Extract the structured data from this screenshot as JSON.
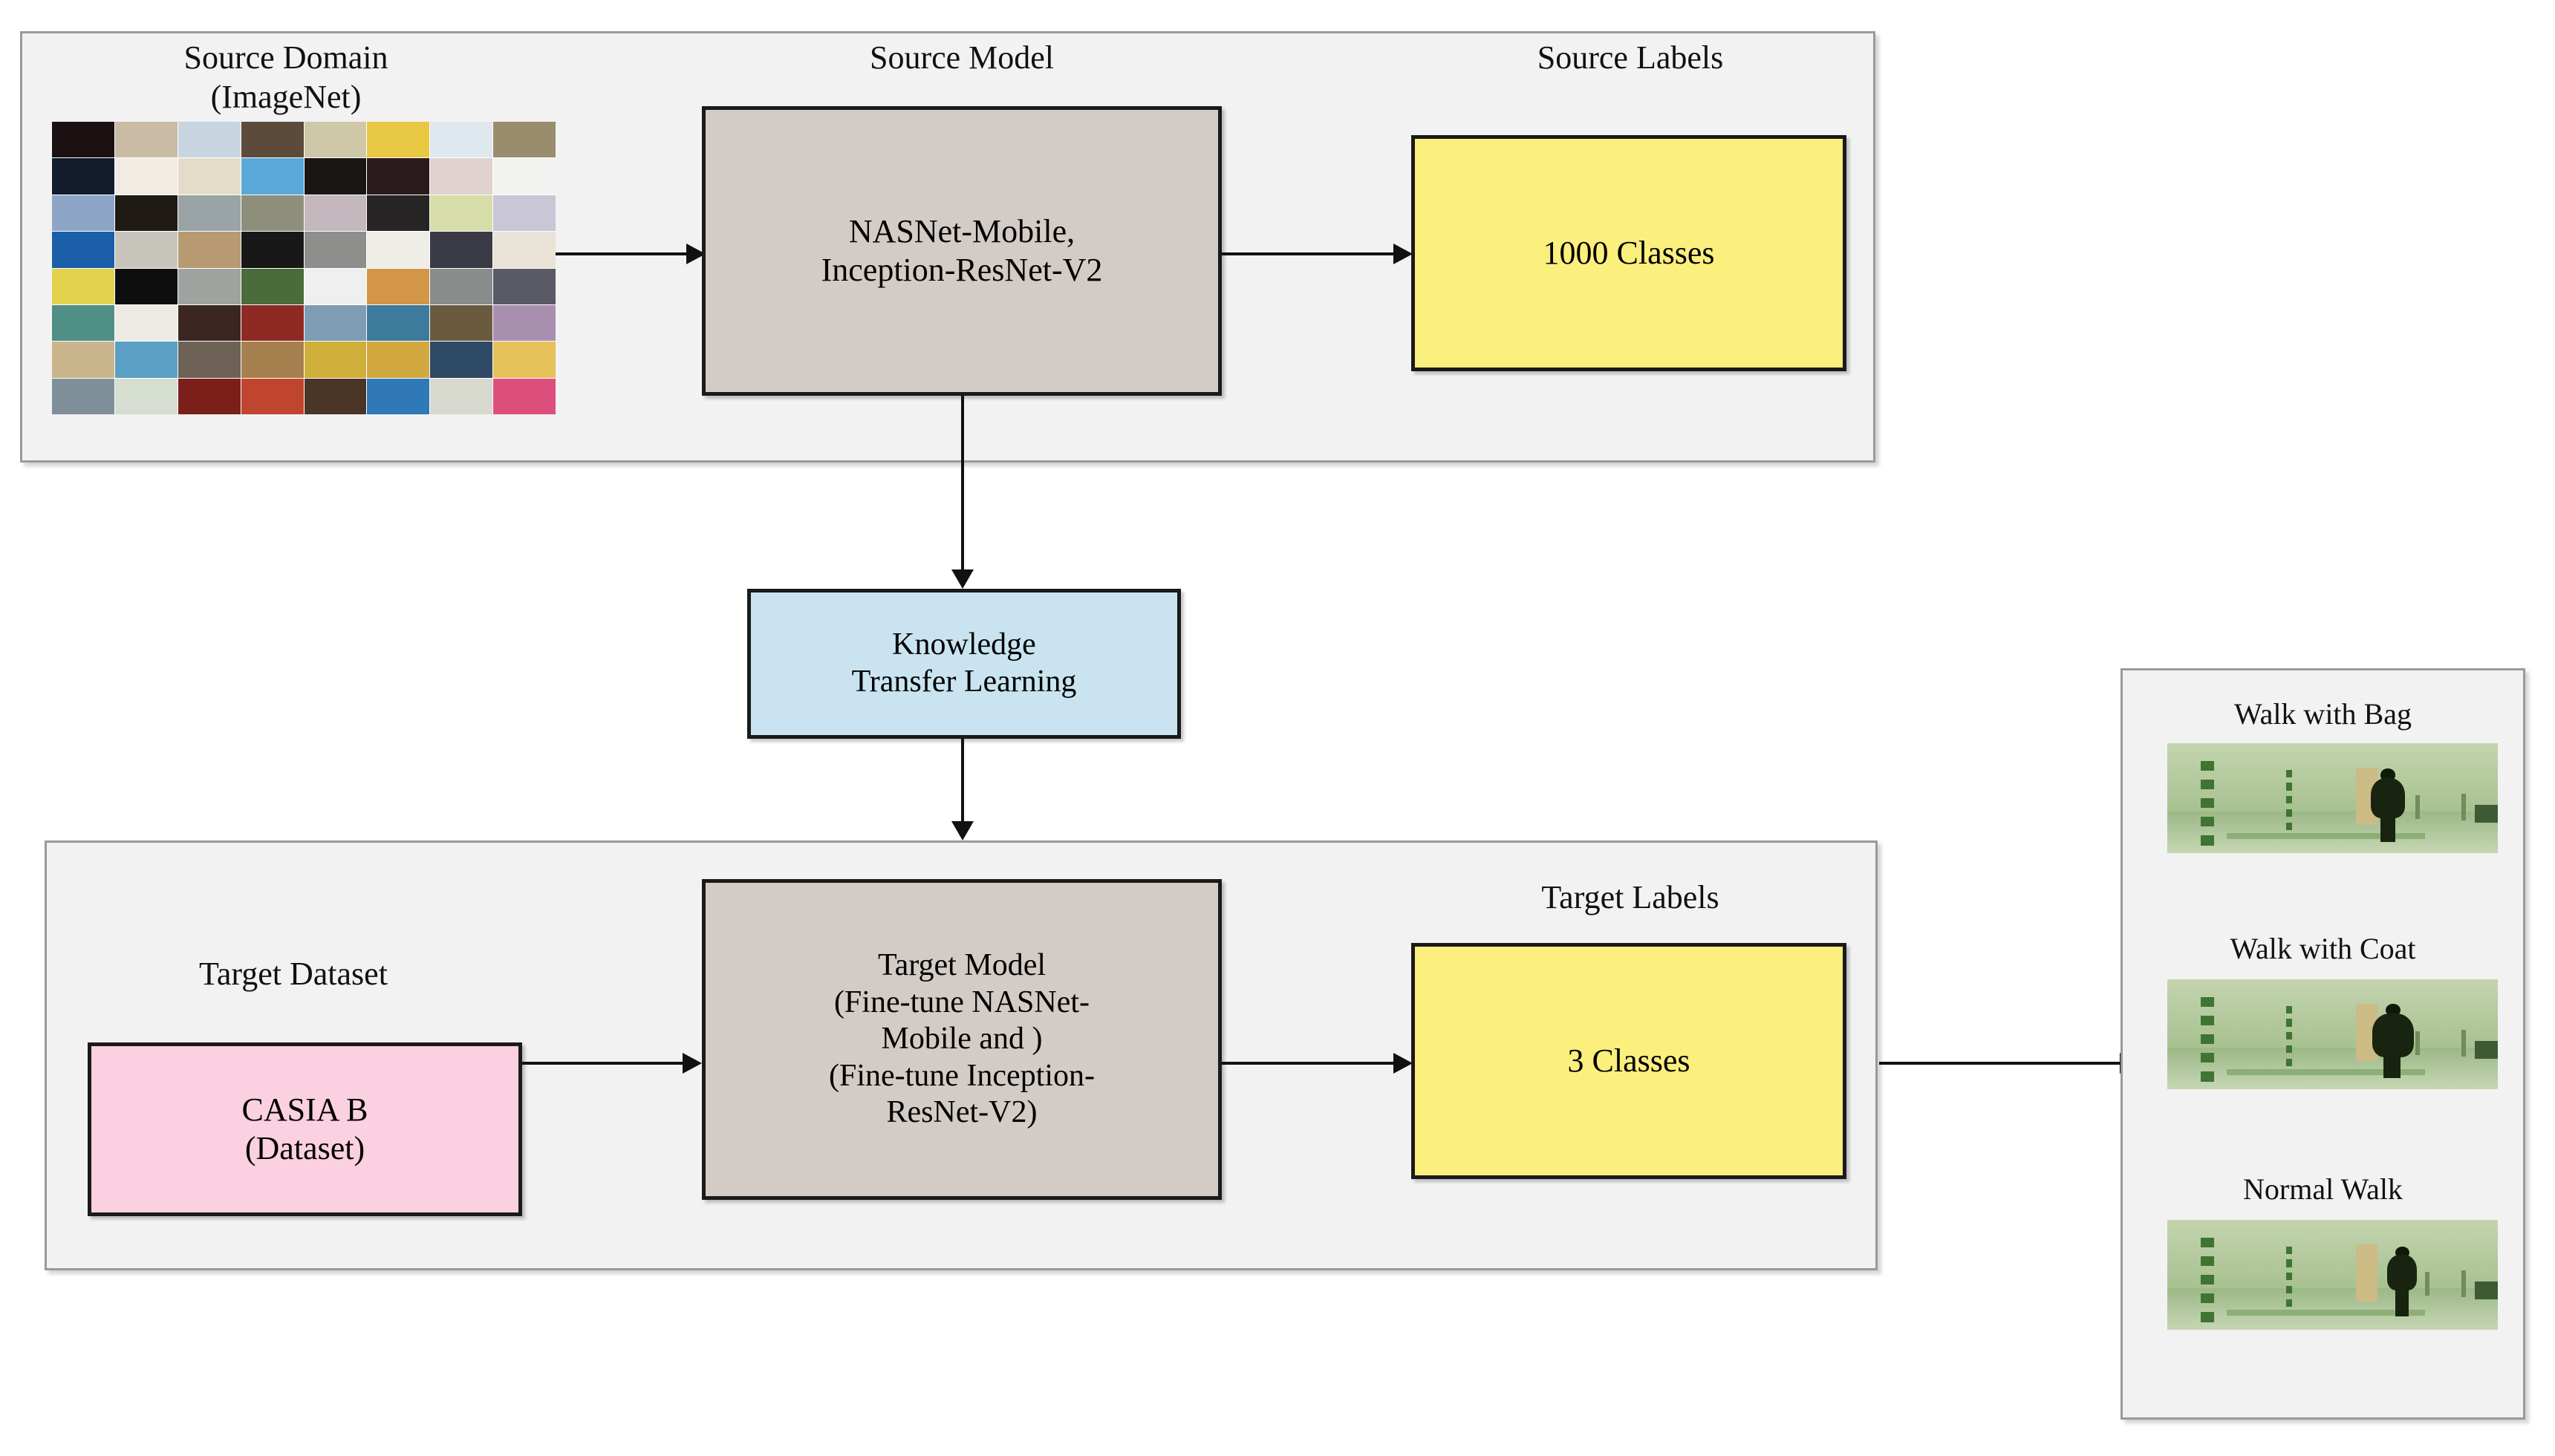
{
  "figure": {
    "title": "Transfer learning pipeline diagram",
    "colors": {
      "panel_bg": "#f2f2f2",
      "panel_border": "#9a9a9a",
      "model_box": "#d3cbc5",
      "labels_box": "#fbef7e",
      "ktl_box": "#c9e4f0",
      "dataset_box": "#fbd0e0",
      "arrow": "#111111"
    }
  },
  "source_stage": {
    "source_domain": {
      "caption": "Source Domain\n(ImageNet)",
      "image_name": "imagenet-mosaic"
    },
    "source_model": {
      "caption": "Source Model",
      "box_text": "NASNet-Mobile,\nInception-ResNet-V2"
    },
    "source_labels": {
      "caption": "Source Labels",
      "box_text": "1000 Classes"
    }
  },
  "bridge": {
    "ktl_box_text": "Knowledge\nTransfer Learning"
  },
  "target_stage": {
    "target_dataset": {
      "caption": "Target Dataset",
      "box_text": "CASIA B\n(Dataset)"
    },
    "target_model": {
      "box_text": "Target Model\n(Fine-tune NASNet-\nMobile and )\n(Fine-tune Inception-\nResNet-V2)"
    },
    "target_labels": {
      "caption": "Target Labels",
      "box_text": "3 Classes"
    }
  },
  "outputs": {
    "classes": [
      {
        "label": "Walk with Bag",
        "image_name": "gait-walk-with-bag"
      },
      {
        "label": "Walk with Coat",
        "image_name": "gait-walk-with-coat"
      },
      {
        "label": "Normal Walk",
        "image_name": "gait-normal-walk"
      }
    ]
  }
}
